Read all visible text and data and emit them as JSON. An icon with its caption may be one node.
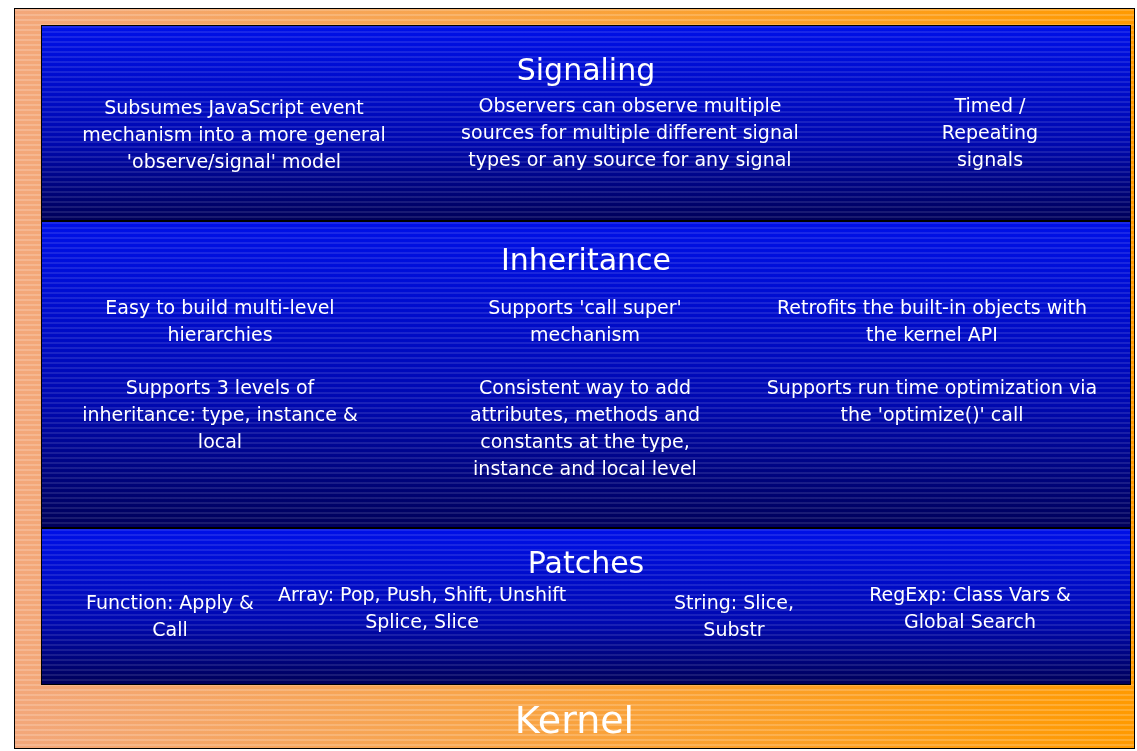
{
  "diagram": {
    "nodes": [
      {
        "text": [
          "Kernel"
        ]
      },
      {
        "text": [
          "Signaling",
          "Subsumes JavaScript event mechanism into a more general 'observe/signal' model",
          "Observers can observe multiple sources for multiple different signal types or any source for any signal",
          "Timed / Repeating signals"
        ],
        "in": 0
      },
      {
        "text": [
          "Inheritance",
          "Easy to build multi-level hierarchies",
          "Supports 'call super' mechanism",
          "Retrofits the built-in objects with the kernel API",
          "Supports 3 levels of inheritance: type, instance & local",
          "Consistent way to add attributes, methods and constants at the type, instance and local level",
          "Supports run time optimization via the 'optimize()' call"
        ],
        "in": 0
      },
      {
        "text": [
          "Patches",
          "Function: Apply & Call",
          "Array: Pop, Push, Shift, Unshift Splice, Slice",
          "String: Slice, Substr",
          "RegExp: Class Vars & Global Search"
        ],
        "in": 0
      }
    ]
  }
}
